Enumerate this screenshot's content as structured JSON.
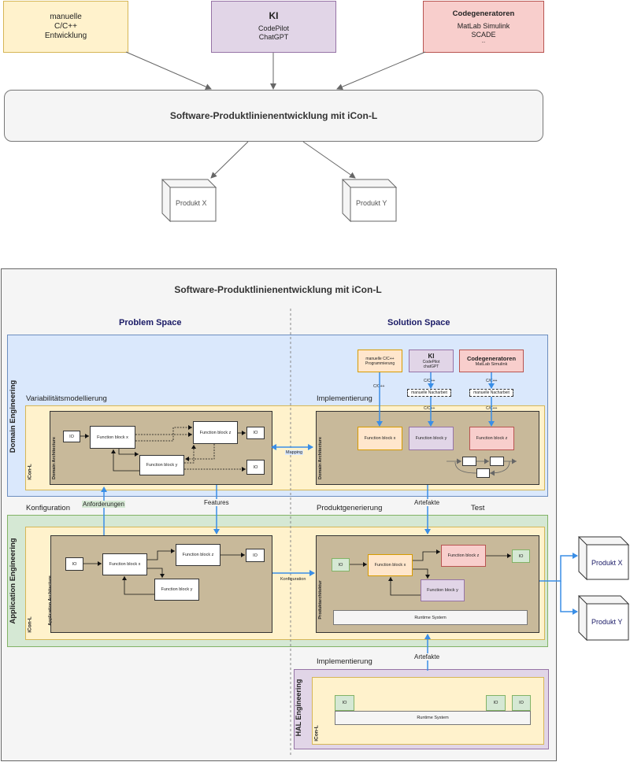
{
  "top": {
    "manual_lines": [
      "manuelle",
      "C/C++",
      "Entwicklung"
    ],
    "ki_title": "KI",
    "ki_lines": [
      "CodePilot",
      "ChatGPT"
    ],
    "codegen_title": "Codegeneratoren",
    "codegen_lines": [
      "MatLab Simulink",
      "SCADE",
      "..."
    ],
    "main_box": "Software-Produktlinienentwicklung mit iCon-L",
    "product_x": "Produkt X",
    "product_y": "Produkt Y"
  },
  "bottom": {
    "title": "Software-Produktlinienentwicklung mit iCon-L",
    "problem_space": "Problem Space",
    "solution_space": "Solution Space",
    "domain_engineering": "Domain Engineering",
    "application_engineering": "Application Engineering",
    "hal_engineering": "HAL Engineering",
    "icon_l": "iCon-L",
    "variability": "Variabilitätsmodellierung",
    "implementierung": "Implementierung",
    "implementierung2": "Implementierung",
    "konfiguration": "Konfiguration",
    "produktgenerierung": "Produktgenerierung",
    "test": "Test",
    "anforderungen": "Anforderungen",
    "features": "Features",
    "artefakte": "Artefakte",
    "artefakte2": "Artefakte",
    "mapping": "Mapping",
    "konfiguration_arrow": "Konfiguration",
    "domain_architecture": "Domain Architecture",
    "domain_architecture2": "Domain Architecture",
    "application_architecture": "Application Architecture",
    "produktarchitektur": "Produktarchitektur",
    "sm_manual": [
      "manuelle C/C++",
      "Programmierung"
    ],
    "sm_ki_title": "KI",
    "sm_ki_lines": [
      "CodePilot",
      "chatGPT"
    ],
    "sm_codegen_title": "Codegeneratoren",
    "sm_codegen_line": "MatLab Simulink",
    "cpp": "C/C++",
    "nachbarbeit": "manuelle Nacharbeit",
    "fb_x": "Function block x",
    "fb_y": "Function block y",
    "fb_z": "Function block z",
    "io": "IO",
    "runtime": "Runtime System",
    "product_x": "Produkt X",
    "product_y": "Produkt Y"
  }
}
